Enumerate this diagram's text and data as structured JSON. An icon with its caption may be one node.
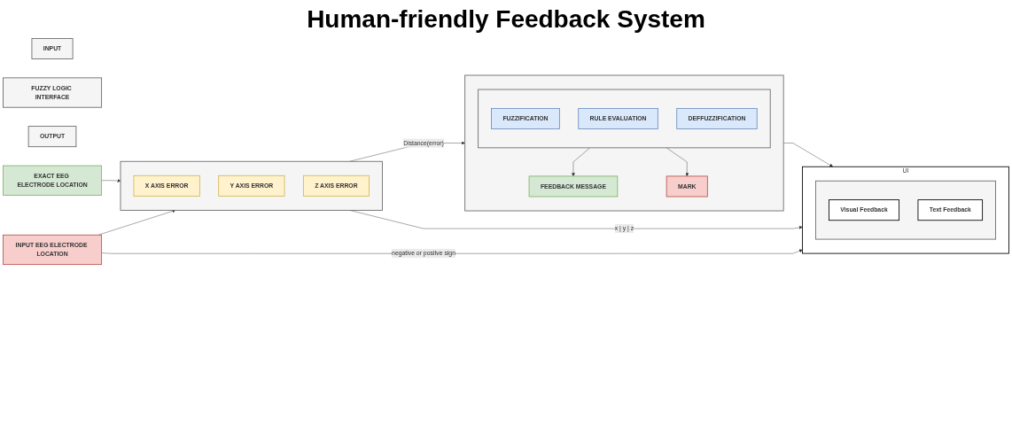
{
  "diagram": {
    "title": "Human-friendly Feedback System",
    "nodes": [
      {
        "text": [
          "INPUT"
        ]
      },
      {
        "text": [
          "FUZZY LOGIC INTERFACE"
        ]
      },
      {
        "text": [
          "OUTPUT"
        ]
      },
      {
        "text": [
          "EXACT EEG ELECTRODE LOCATION"
        ]
      },
      {
        "text": [
          "INPUT EEG ELECTRODE LOCATION"
        ]
      },
      {
        "text": [],
        "shape": "box"
      },
      {
        "text": [
          "X AXIS ERROR"
        ],
        "in": 5
      },
      {
        "text": [
          "Y AXIS ERROR"
        ],
        "in": 5
      },
      {
        "text": [
          "Z AXIS ERROR"
        ],
        "in": 5
      },
      {
        "text": [],
        "shape": "box"
      },
      {
        "text": [],
        "shape": "box",
        "in": 9
      },
      {
        "text": [
          "FUZZIFICATION"
        ],
        "in": 10
      },
      {
        "text": [
          "RULE EVALUATION"
        ],
        "in": 10
      },
      {
        "text": [
          "DEFFUZZIFICATION"
        ],
        "in": 10
      },
      {
        "text": [
          "FEEDBACK MESSAGE"
        ],
        "in": 9
      },
      {
        "text": [
          "MARK"
        ],
        "in": 9
      },
      {
        "text": [
          "UI"
        ]
      },
      {
        "text": [],
        "shape": "box",
        "in": 16
      },
      {
        "text": [
          "Visual Feedback"
        ],
        "in": 17
      },
      {
        "text": [
          "Text Feedback"
        ],
        "in": 17
      }
    ],
    "edges": [
      {
        "from": 3,
        "to": 5,
        "arrow": "to"
      },
      {
        "from": 4,
        "to": 5,
        "arrow": "to"
      },
      {
        "from": 5,
        "to": 9,
        "arrow": "to",
        "label": "Distance(error)"
      },
      {
        "from": 10,
        "to": 14,
        "arrow": "to"
      },
      {
        "from": 10,
        "to": 15,
        "arrow": "to"
      },
      {
        "from": 9,
        "to": 16,
        "arrow": "to"
      },
      {
        "from": 5,
        "to": 16,
        "arrow": "to",
        "label": "x | y | z"
      },
      {
        "from": 4,
        "to": 16,
        "arrow": "to",
        "label": "negative or positve sign"
      }
    ]
  }
}
